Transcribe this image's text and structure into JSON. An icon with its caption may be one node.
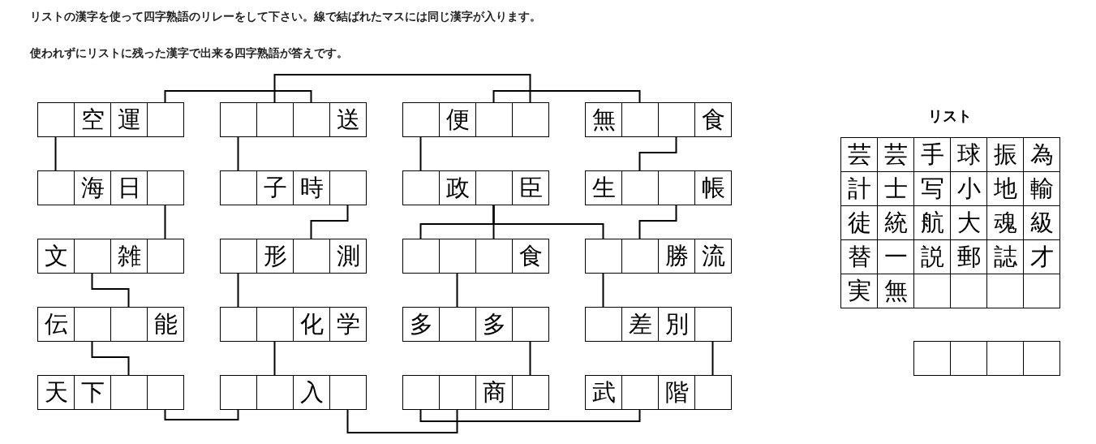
{
  "diagram": {
    "nodes": [
      {
        "text": [],
        "shape": "box"
      },
      {
        "text": [
          "空"
        ]
      },
      {
        "text": [
          "運"
        ]
      },
      {
        "text": [],
        "shape": "box"
      },
      {
        "text": [],
        "shape": "box"
      },
      {
        "text": [],
        "shape": "box"
      },
      {
        "text": [],
        "shape": "box"
      },
      {
        "text": [
          "送"
        ]
      },
      {
        "text": [],
        "shape": "box"
      },
      {
        "text": [
          "便"
        ]
      },
      {
        "text": [],
        "shape": "box"
      },
      {
        "text": [],
        "shape": "box"
      },
      {
        "text": [
          "無"
        ]
      },
      {
        "text": [],
        "shape": "box"
      },
      {
        "text": [],
        "shape": "box"
      },
      {
        "text": [
          "食"
        ]
      },
      {
        "text": [],
        "shape": "box"
      },
      {
        "text": [
          "海"
        ]
      },
      {
        "text": [
          "日"
        ]
      },
      {
        "text": [],
        "shape": "box"
      },
      {
        "text": [],
        "shape": "box"
      },
      {
        "text": [
          "子"
        ]
      },
      {
        "text": [
          "時"
        ]
      },
      {
        "text": [],
        "shape": "box"
      },
      {
        "text": [],
        "shape": "box"
      },
      {
        "text": [
          "政"
        ]
      },
      {
        "text": [],
        "shape": "box"
      },
      {
        "text": [
          "臣"
        ]
      },
      {
        "text": [
          "生"
        ]
      },
      {
        "text": [],
        "shape": "box"
      },
      {
        "text": [],
        "shape": "box"
      },
      {
        "text": [
          "帳"
        ]
      },
      {
        "text": [
          "文"
        ]
      },
      {
        "text": [],
        "shape": "box"
      },
      {
        "text": [
          "雑"
        ]
      },
      {
        "text": [],
        "shape": "box"
      },
      {
        "text": [],
        "shape": "box"
      },
      {
        "text": [
          "形"
        ]
      },
      {
        "text": [],
        "shape": "box"
      },
      {
        "text": [
          "測"
        ]
      },
      {
        "text": [],
        "shape": "box"
      },
      {
        "text": [],
        "shape": "box"
      },
      {
        "text": [],
        "shape": "box"
      },
      {
        "text": [
          "食"
        ]
      },
      {
        "text": [],
        "shape": "box"
      },
      {
        "text": [],
        "shape": "box"
      },
      {
        "text": [
          "勝"
        ]
      },
      {
        "text": [
          "流"
        ]
      },
      {
        "text": [
          "伝"
        ]
      },
      {
        "text": [],
        "shape": "box"
      },
      {
        "text": [],
        "shape": "box"
      },
      {
        "text": [
          "能"
        ]
      },
      {
        "text": [],
        "shape": "box"
      },
      {
        "text": [],
        "shape": "box"
      },
      {
        "text": [
          "化"
        ]
      },
      {
        "text": [
          "学"
        ]
      },
      {
        "text": [
          "多"
        ]
      },
      {
        "text": [],
        "shape": "box"
      },
      {
        "text": [
          "多"
        ]
      },
      {
        "text": [],
        "shape": "box"
      },
      {
        "text": [],
        "shape": "box"
      },
      {
        "text": [
          "差"
        ]
      },
      {
        "text": [
          "別"
        ]
      },
      {
        "text": [],
        "shape": "box"
      },
      {
        "text": [
          "天"
        ]
      },
      {
        "text": [
          "下"
        ]
      },
      {
        "text": [],
        "shape": "box"
      },
      {
        "text": [],
        "shape": "box"
      },
      {
        "text": [],
        "shape": "box"
      },
      {
        "text": [],
        "shape": "box"
      },
      {
        "text": [
          "入"
        ]
      },
      {
        "text": [],
        "shape": "box"
      },
      {
        "text": [],
        "shape": "box"
      },
      {
        "text": [],
        "shape": "box"
      },
      {
        "text": [
          "商"
        ]
      },
      {
        "text": [],
        "shape": "box"
      },
      {
        "text": [
          "武"
        ]
      },
      {
        "text": [],
        "shape": "box"
      },
      {
        "text": [
          "階"
        ]
      },
      {
        "text": [],
        "shape": "box"
      },
      {
        "text": [
          "芸"
        ]
      },
      {
        "text": [
          "芸"
        ]
      },
      {
        "text": [
          "手"
        ]
      },
      {
        "text": [
          "球"
        ]
      },
      {
        "text": [
          "振"
        ]
      },
      {
        "text": [
          "為"
        ]
      },
      {
        "text": [
          "計"
        ]
      },
      {
        "text": [
          "士"
        ]
      },
      {
        "text": [
          "写"
        ]
      },
      {
        "text": [
          "小"
        ]
      },
      {
        "text": [
          "地"
        ]
      },
      {
        "text": [
          "輸"
        ]
      },
      {
        "text": [
          "徒"
        ]
      },
      {
        "text": [
          "統"
        ]
      },
      {
        "text": [
          "航"
        ]
      },
      {
        "text": [
          "大"
        ]
      },
      {
        "text": [
          "魂"
        ]
      },
      {
        "text": [
          "級"
        ]
      },
      {
        "text": [
          "替"
        ]
      },
      {
        "text": [
          "一"
        ]
      },
      {
        "text": [
          "説"
        ]
      },
      {
        "text": [
          "郵"
        ]
      },
      {
        "text": [
          "誌"
        ]
      },
      {
        "text": [
          "才"
        ]
      },
      {
        "text": [
          "実"
        ]
      },
      {
        "text": [
          "無"
        ]
      },
      {
        "text": [],
        "shape": "box"
      },
      {
        "text": [],
        "shape": "box"
      },
      {
        "text": [],
        "shape": "box"
      },
      {
        "text": [],
        "shape": "box"
      },
      {
        "text": [],
        "shape": "box"
      },
      {
        "text": [],
        "shape": "box"
      },
      {
        "text": [],
        "shape": "box"
      },
      {
        "text": [],
        "shape": "box"
      }
    ],
    "edges": [
      {
        "from": 3,
        "to": 6,
        "arrow": "none"
      },
      {
        "from": 5,
        "to": 11,
        "arrow": "none"
      },
      {
        "from": 10,
        "to": 13,
        "arrow": "none"
      },
      {
        "from": 0,
        "to": 16,
        "arrow": "none"
      },
      {
        "from": 4,
        "to": 20,
        "arrow": "none"
      },
      {
        "from": 8,
        "to": 24,
        "arrow": "none"
      },
      {
        "from": 14,
        "to": 29,
        "arrow": "none"
      },
      {
        "from": 19,
        "to": 35,
        "arrow": "none"
      },
      {
        "from": 23,
        "to": 38,
        "arrow": "none"
      },
      {
        "from": 26,
        "to": 40,
        "arrow": "none"
      },
      {
        "from": 26,
        "to": 42,
        "arrow": "none"
      },
      {
        "from": 26,
        "to": 44,
        "arrow": "none"
      },
      {
        "from": 30,
        "to": 45,
        "arrow": "none"
      },
      {
        "from": 33,
        "to": 50,
        "arrow": "none"
      },
      {
        "from": 36,
        "to": 52,
        "arrow": "none"
      },
      {
        "from": 41,
        "to": 57,
        "arrow": "none"
      },
      {
        "from": 44,
        "to": 60,
        "arrow": "none"
      },
      {
        "from": 49,
        "to": 66,
        "arrow": "none"
      },
      {
        "from": 53,
        "to": 69,
        "arrow": "none"
      },
      {
        "from": 59,
        "to": 75,
        "arrow": "none"
      },
      {
        "from": 63,
        "to": 79,
        "arrow": "none"
      },
      {
        "from": 67,
        "to": 68,
        "arrow": "none"
      },
      {
        "from": 71,
        "to": 73,
        "arrow": "none"
      },
      {
        "from": 72,
        "to": 77,
        "arrow": "none"
      }
    ],
    "labels": [
      "リストの漢字を使って四字熟語のリレーをして下さい。線で結ばれたマスには同じ漢字が入ります。",
      "使われずにリストに残った漢字で出来る四字熟語が答えです。",
      "リスト"
    ]
  }
}
